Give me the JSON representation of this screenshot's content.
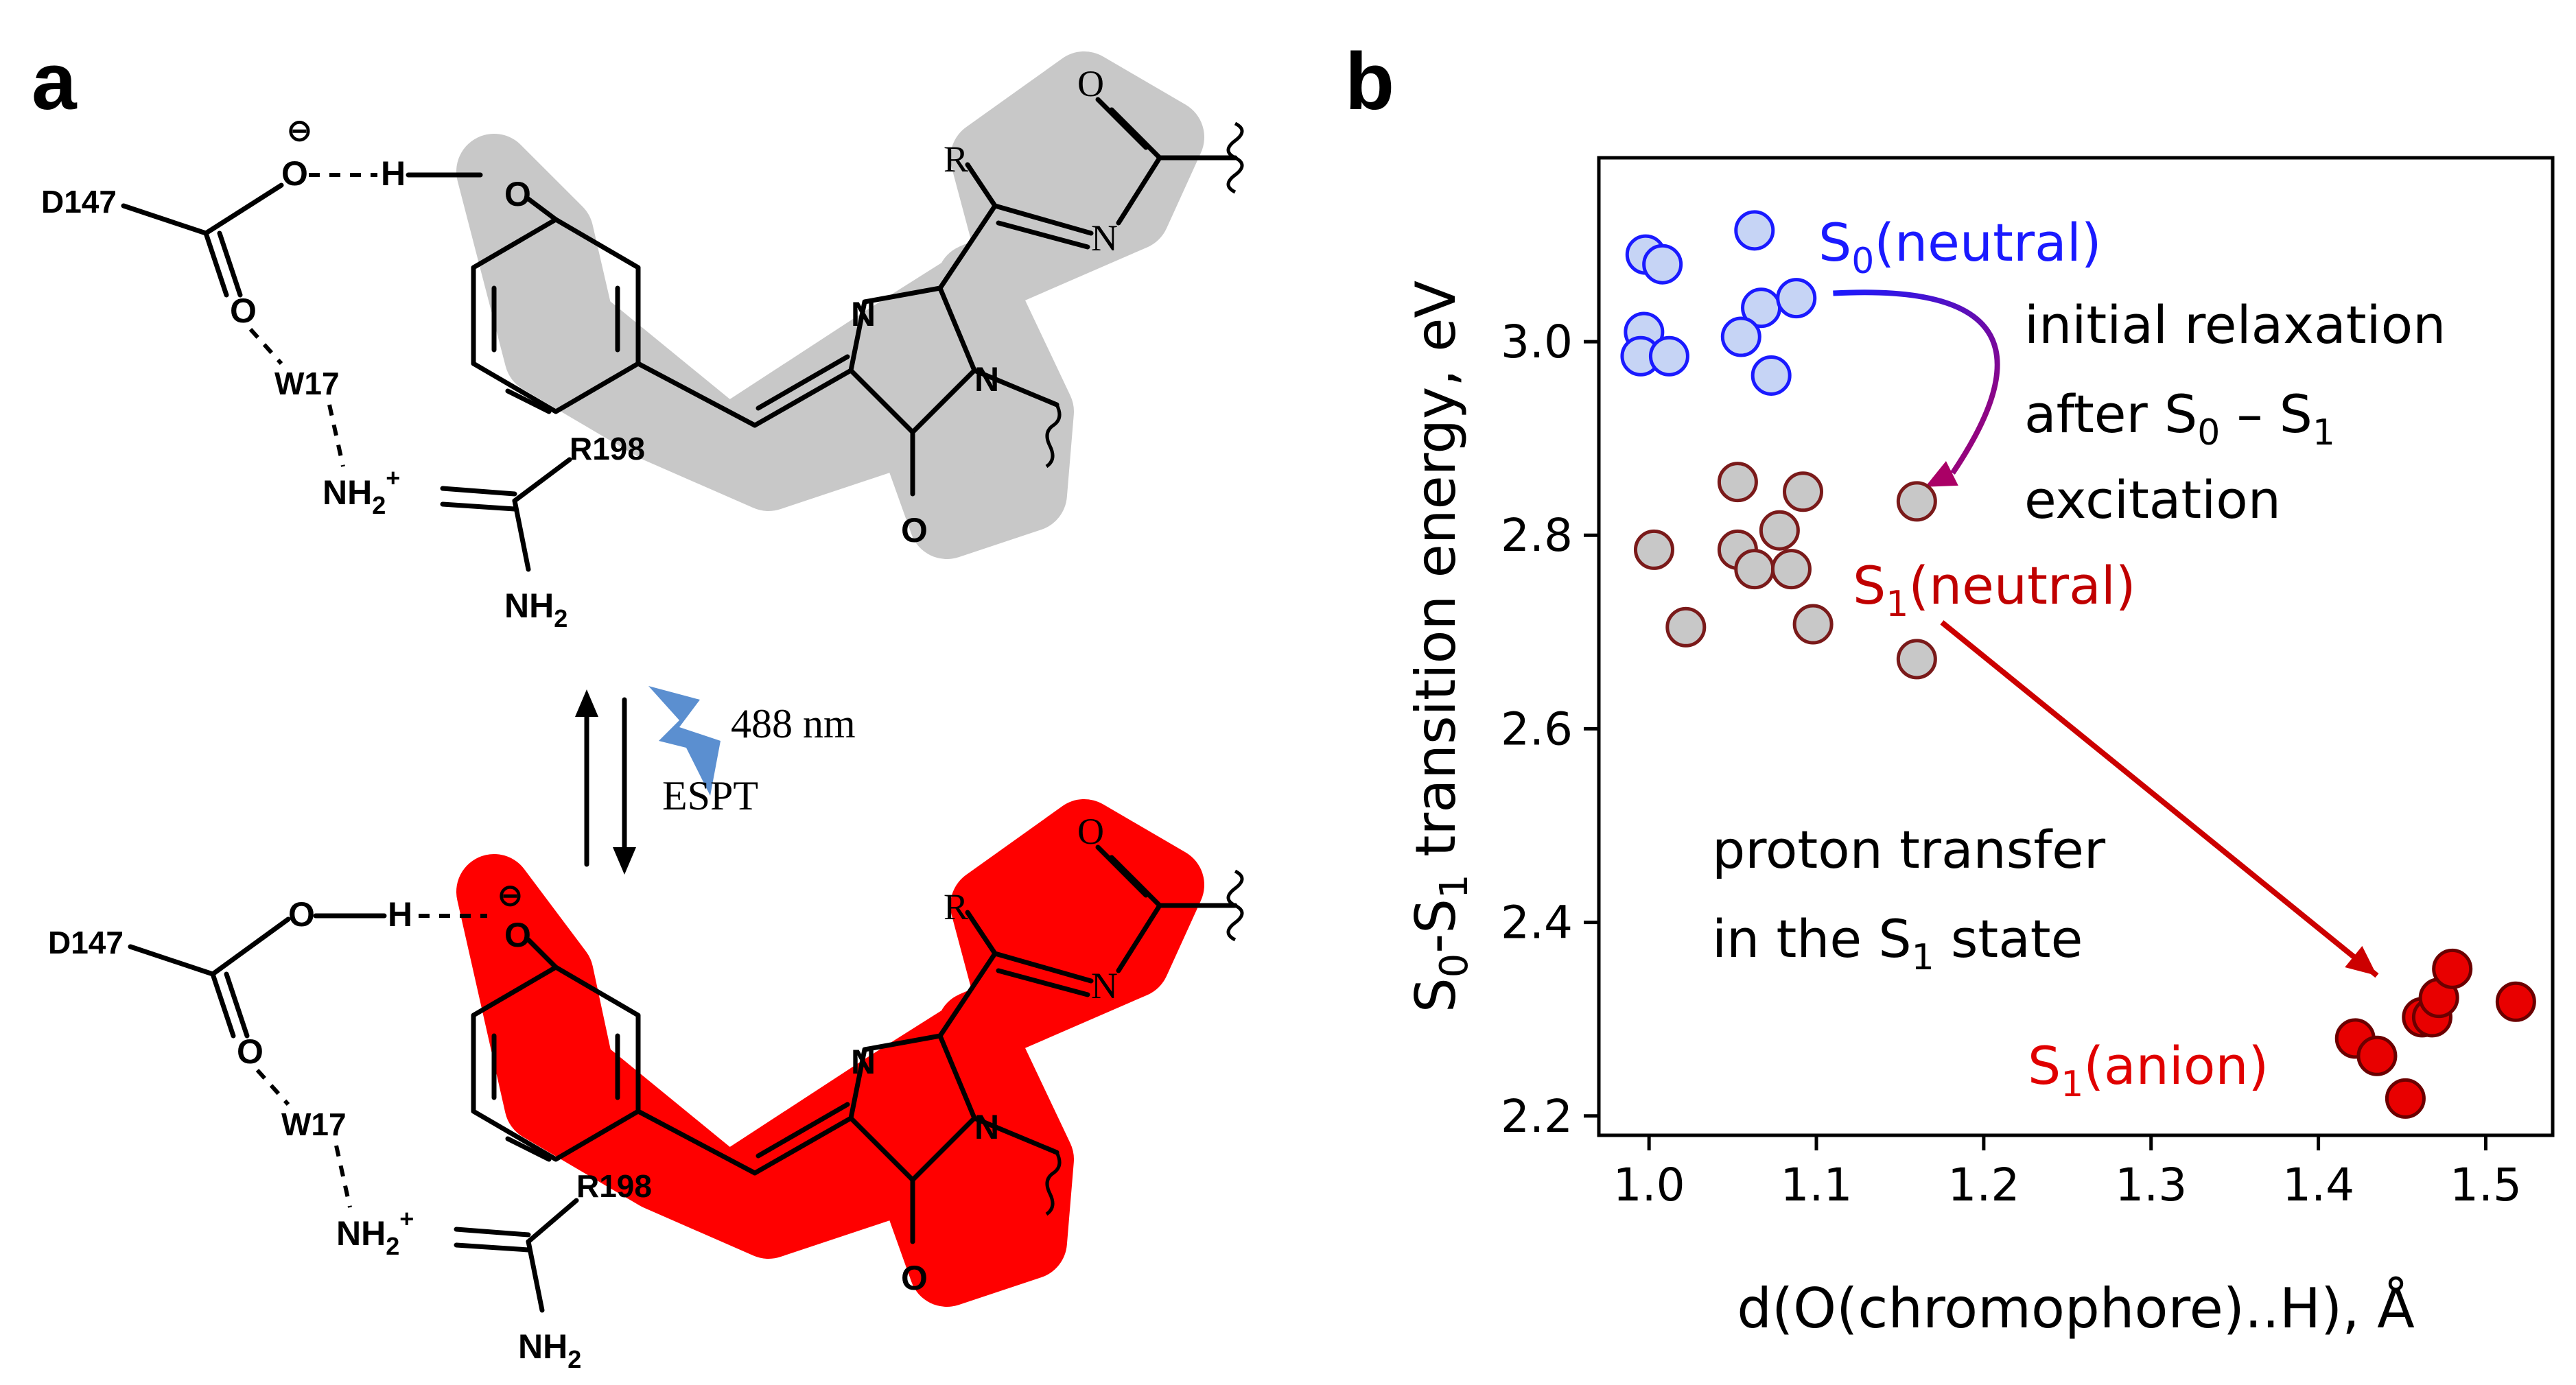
{
  "panels": {
    "a": {
      "letter": "a",
      "top": {
        "labels": {
          "asp": "D147",
          "water": "W17",
          "arg": "R198"
        },
        "atoms": {
          "O_minus_top": "O",
          "H": "H",
          "O_carbonyl": "O",
          "O_phenol": "O",
          "N1": "N",
          "N2": "N",
          "N3": "N",
          "O_ring": "O",
          "O_amide": "O",
          "NH2_plus": "NH",
          "NH2_plus_sub": "2",
          "NH2_plus_sup": "+",
          "NH2": "NH",
          "NH2_sub": "2",
          "R": "R",
          "charge": "⊖"
        },
        "highlight_color": "#c8c8c8"
      },
      "bottom": {
        "labels": {
          "asp": "D147",
          "water": "W17",
          "arg": "R198"
        },
        "atoms": {
          "O_acid": "O",
          "H": "H",
          "O_carbonyl": "O",
          "O_phenolate": "O",
          "N1": "N",
          "N2": "N",
          "N3": "N",
          "O_ring": "O",
          "O_amide": "O",
          "NH2_plus": "NH",
          "NH2_plus_sub": "2",
          "NH2_plus_sup": "+",
          "NH2": "NH",
          "NH2_sub": "2",
          "R": "R",
          "charge": "⊖"
        },
        "highlight_color": "#ff0000"
      },
      "equilibrium": {
        "wavelength": "488 nm",
        "process": "ESPT",
        "bolt_color": "#5b8fd0"
      }
    },
    "b": {
      "letter": "b",
      "annotations": {
        "s0_neutral": {
          "main": "S",
          "sub": "0",
          "rest": "(neutral)",
          "color": "#1a1aff"
        },
        "s1_neutral": {
          "main": "S",
          "sub": "1",
          "rest": "(neutral)",
          "color": "#c00000"
        },
        "s1_anion": {
          "main": "S",
          "sub": "1",
          "rest": "(anion)",
          "color": "#e00000"
        },
        "relax_line1": "initial relaxation",
        "relax_line2_a": "after S",
        "relax_line2_sub1": "0",
        "relax_line2_b": " – S",
        "relax_line2_sub2": "1",
        "relax_line3": "excitation",
        "pt_line1": "proton transfer",
        "pt_line2_a": "in the S",
        "pt_line2_sub": "1",
        "pt_line2_b": " state"
      }
    }
  },
  "chart_data": {
    "type": "scatter",
    "xlabel": "d(O(chromophore)..H), Å",
    "ylabel_parts": {
      "a": "S",
      "sub1": "0",
      "b": "-S",
      "sub2": "1",
      "c": " transition energy, eV"
    },
    "xlim": [
      0.97,
      1.54
    ],
    "ylim": [
      2.18,
      3.19
    ],
    "xticks": [
      1.0,
      1.1,
      1.2,
      1.3,
      1.4,
      1.5
    ],
    "xtick_labels": [
      "1.0",
      "1.1",
      "1.2",
      "1.3",
      "1.4",
      "1.5"
    ],
    "yticks": [
      2.2,
      2.4,
      2.6,
      2.8,
      3.0
    ],
    "ytick_labels": [
      "2.2",
      "2.4",
      "2.6",
      "2.8",
      "3.0"
    ],
    "grid": false,
    "series": [
      {
        "name": "S0(neutral)",
        "fill": "#c6d4f5",
        "edge": "#1a1aff",
        "points": [
          [
            0.998,
            3.09
          ],
          [
            1.008,
            3.08
          ],
          [
            0.997,
            3.01
          ],
          [
            0.995,
            2.985
          ],
          [
            1.012,
            2.985
          ],
          [
            1.063,
            3.115
          ],
          [
            1.067,
            3.035
          ],
          [
            1.088,
            3.045
          ],
          [
            1.055,
            3.005
          ],
          [
            1.073,
            2.965
          ]
        ]
      },
      {
        "name": "S1(neutral)",
        "fill": "#c8c8c8",
        "edge": "#7a1a1a",
        "points": [
          [
            1.003,
            2.785
          ],
          [
            1.022,
            2.705
          ],
          [
            1.053,
            2.855
          ],
          [
            1.053,
            2.785
          ],
          [
            1.063,
            2.765
          ],
          [
            1.078,
            2.805
          ],
          [
            1.085,
            2.765
          ],
          [
            1.092,
            2.845
          ],
          [
            1.098,
            2.708
          ],
          [
            1.16,
            2.835
          ],
          [
            1.16,
            2.672
          ]
        ]
      },
      {
        "name": "S1(anion)",
        "fill": "#e80000",
        "edge": "#6b0000",
        "points": [
          [
            1.422,
            2.28
          ],
          [
            1.435,
            2.262
          ],
          [
            1.452,
            2.218
          ],
          [
            1.462,
            2.302
          ],
          [
            1.468,
            2.302
          ],
          [
            1.472,
            2.322
          ],
          [
            1.48,
            2.352
          ],
          [
            1.518,
            2.318
          ]
        ]
      }
    ],
    "arrows": [
      {
        "from": [
          1.11,
          3.05
        ],
        "to": [
          1.165,
          2.85
        ],
        "curved": true,
        "color_start": "#1a1aff",
        "color_end": "#aa0066"
      },
      {
        "from": [
          1.175,
          2.71
        ],
        "to": [
          1.435,
          2.345
        ],
        "curved": false,
        "color": "#cc0000"
      }
    ]
  }
}
